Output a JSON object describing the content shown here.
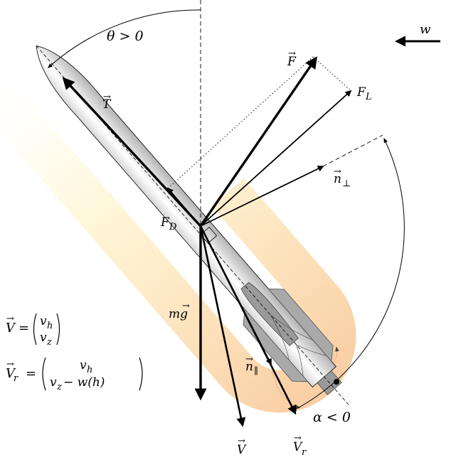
{
  "labels": {
    "theta": "θ > 0",
    "wind": "w",
    "thrust": "T",
    "force": "F",
    "lift": "F",
    "lift_sub": "L",
    "drag": "F",
    "drag_sub": "D",
    "normal_perp": "n",
    "normal_perp_sub": "⊥",
    "weight": "mg",
    "normal_par": "n",
    "normal_par_sub": "∥",
    "alpha": "α < 0",
    "velocity": "V",
    "relative_velocity": "V",
    "relative_velocity_sub": "r"
  },
  "equations": {
    "v_lhs": "V",
    "v_eq": "=",
    "v_top": "v",
    "v_top_sub": "h",
    "v_bottom": "v",
    "v_bottom_sub": "z",
    "vr_lhs": "V",
    "vr_lhs_sub": "r",
    "vr_eq": "=",
    "vr_top": "v",
    "vr_top_sub": "h",
    "vr_bottom": "v",
    "vr_bottom_sub": "z",
    "vr_bottom_rest": " − w(h)"
  },
  "colors": {
    "plume_inner": "#fbe7a6",
    "plume_outer": "#f7c495",
    "body_light": "#f5f5f5",
    "body_dark": "#b9b9b9",
    "fin": "#a9a9a9",
    "nozzle": "#9a9a9a",
    "stroke": "#000000"
  }
}
